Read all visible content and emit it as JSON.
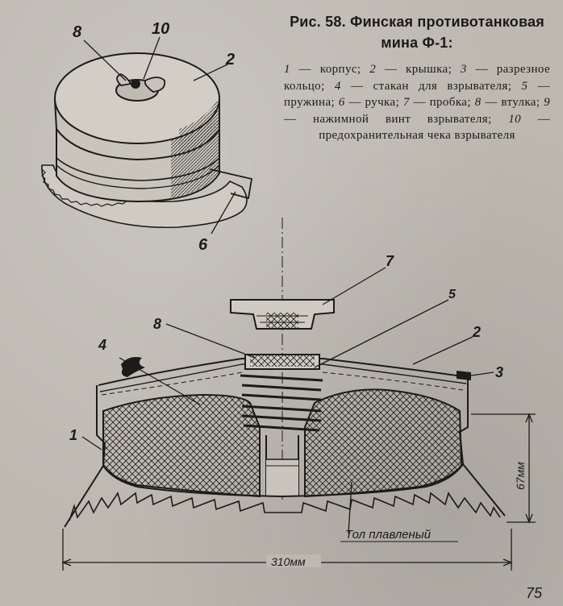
{
  "caption": {
    "fig_no": "Рис. 58.",
    "title": "Финская противотан­ковая мина Ф-1:",
    "legend": [
      {
        "num": "1",
        "text": "корпус"
      },
      {
        "num": "2",
        "text": "крышка"
      },
      {
        "num": "3",
        "text": "разрезное кольцо"
      },
      {
        "num": "4",
        "text": "стакан для взрывателя"
      },
      {
        "num": "5",
        "text": "пружина"
      },
      {
        "num": "6",
        "text": "ручка"
      },
      {
        "num": "7",
        "text": "пробка"
      },
      {
        "num": "8",
        "text": "втулка"
      },
      {
        "num": "9",
        "text": "нажимной винт взрывателя"
      },
      {
        "num": "10",
        "text": "предохранительная чека взрывателя"
      }
    ]
  },
  "top_view_labels": {
    "l8": "8",
    "l10": "10",
    "l2": "2",
    "l6": "6"
  },
  "section_labels": {
    "l7": "7",
    "l5": "5",
    "l8": "8",
    "l2": "2",
    "l3": "3",
    "l4": "4",
    "l1": "1"
  },
  "dimensions": {
    "height": "67мм",
    "diameter": "310мм",
    "filler": "Тол плавленый"
  },
  "page_number": "75",
  "colors": {
    "ink": "#1c1b19",
    "paper": "#bdb9b1"
  }
}
